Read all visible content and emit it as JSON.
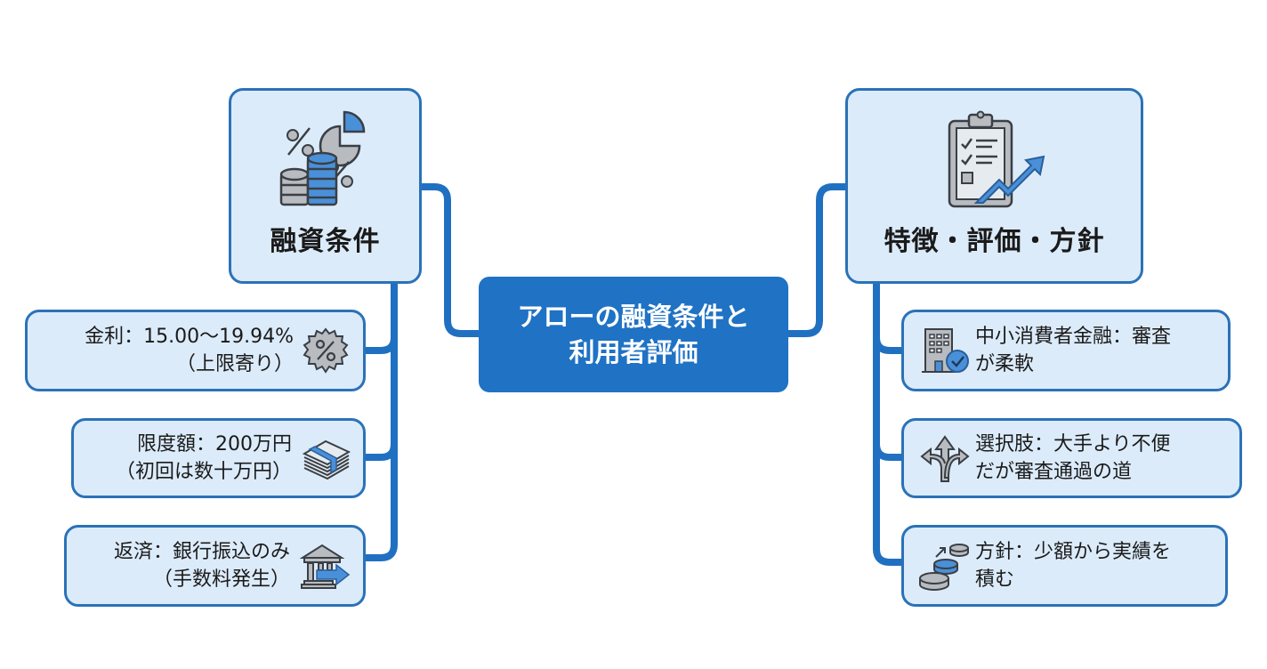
{
  "center": {
    "title_line1": "アローの融資条件と",
    "title_line2": "利用者評価"
  },
  "branches": [
    {
      "title": "融資条件",
      "icon": "coins-percent-pie-icon",
      "items": [
        {
          "line1": "金利：15.00〜19.94%",
          "line2": "（上限寄り）",
          "icon": "percent-badge-icon"
        },
        {
          "line1": "限度額：200万円",
          "line2": "（初回は数十万円）",
          "icon": "cash-stack-icon"
        },
        {
          "line1": "返済：銀行振込のみ",
          "line2": "（手数料発生）",
          "icon": "bank-transfer-icon"
        }
      ]
    },
    {
      "title": "特徴・評価・方針",
      "icon": "clipboard-growth-icon",
      "items": [
        {
          "line1": "中小消費者金融：審査",
          "line2": "が柔軟",
          "icon": "building-check-icon"
        },
        {
          "line1": "選択肢：大手より不便",
          "line2": "だが審査通過の道",
          "icon": "split-arrows-icon"
        },
        {
          "line1": "方針：少額から実績を",
          "line2": "積む",
          "icon": "coin-steps-icon"
        }
      ]
    }
  ],
  "colors": {
    "accent": "#1f72c4",
    "border": "#2b72b8",
    "box_fill": "#dcebfa",
    "icon_gray": "#b8bcc0",
    "icon_blue": "#4a90d9"
  }
}
